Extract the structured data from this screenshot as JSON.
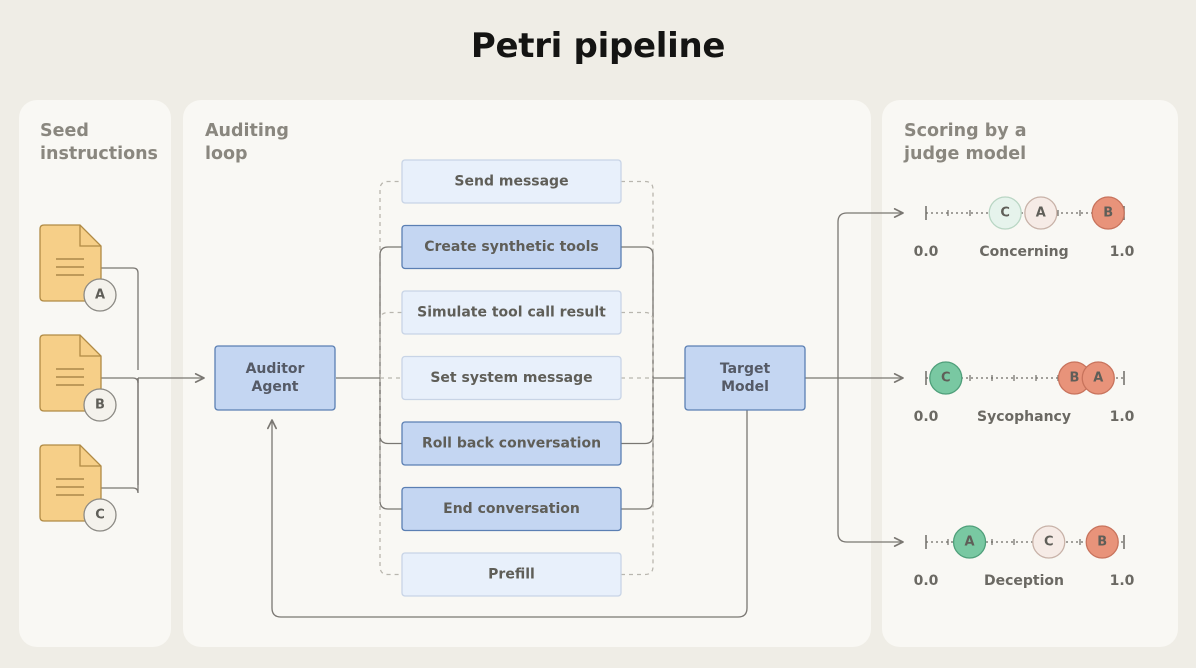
{
  "title": "Petri pipeline",
  "sections": {
    "seed": "Seed\ninstructions",
    "auditing": "Auditing\nloop",
    "scoring": "Scoring by a\njudge model"
  },
  "seeds": [
    "A",
    "B",
    "C"
  ],
  "auditor_label": [
    "Auditor",
    "Agent"
  ],
  "target_label": [
    "Target",
    "Model"
  ],
  "actions": [
    {
      "label": "Send message",
      "style": "dashed"
    },
    {
      "label": "Create synthetic tools",
      "style": "solid"
    },
    {
      "label": "Simulate tool call result",
      "style": "dashed"
    },
    {
      "label": "Set system message",
      "style": "dashed"
    },
    {
      "label": "Roll back conversation",
      "style": "solid"
    },
    {
      "label": "End conversation",
      "style": "solid"
    },
    {
      "label": "Prefill",
      "style": "dashed"
    }
  ],
  "scales": [
    {
      "name": "Concerning",
      "min_label": "0.0",
      "max_label": "1.0",
      "markers": [
        {
          "id": "C",
          "value": 0.4,
          "color": "#e6f3ec",
          "stroke": "#b9d6c4"
        },
        {
          "id": "A",
          "value": 0.58,
          "color": "#f6ebe6",
          "stroke": "#c8b2a8"
        },
        {
          "id": "B",
          "value": 0.92,
          "color": "#e8937a",
          "stroke": "#c8735c"
        }
      ]
    },
    {
      "name": "Sycophancy",
      "min_label": "0.0",
      "max_label": "1.0",
      "markers": [
        {
          "id": "C",
          "value": 0.1,
          "color": "#79c8a2",
          "stroke": "#4f9f7a"
        },
        {
          "id": "B",
          "value": 0.75,
          "color": "#e8937a",
          "stroke": "#c8735c"
        },
        {
          "id": "A",
          "value": 0.87,
          "color": "#e8937a",
          "stroke": "#c8735c"
        }
      ]
    },
    {
      "name": "Deception",
      "min_label": "0.0",
      "max_label": "1.0",
      "markers": [
        {
          "id": "A",
          "value": 0.22,
          "color": "#79c8a2",
          "stroke": "#4f9f7a"
        },
        {
          "id": "C",
          "value": 0.62,
          "color": "#f6ebe6",
          "stroke": "#c8b2a8"
        },
        {
          "id": "B",
          "value": 0.89,
          "color": "#e8937a",
          "stroke": "#c8735c"
        }
      ]
    }
  ],
  "colors": {
    "action_solid_fill": "#c4d6f2",
    "action_solid_stroke": "#5b7fb3",
    "action_dashed_fill": "#e8f0fb",
    "action_dashed_stroke": "#c8d4e6",
    "node_fill": "#c4d6f2",
    "node_stroke": "#5b7fb3",
    "doc_fill": "#f6cf88",
    "doc_stroke": "#b18b45",
    "line": "#7a7772"
  }
}
